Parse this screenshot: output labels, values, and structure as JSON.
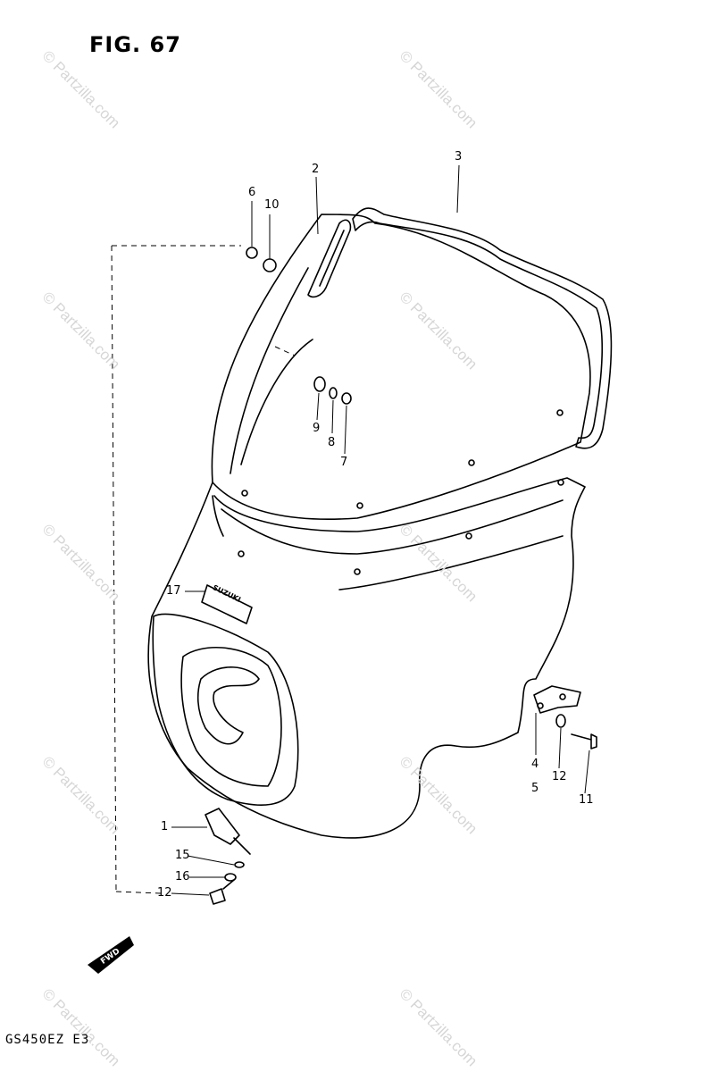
{
  "figure_label": "FIG. 67",
  "model_code": "GS450EZ E3",
  "watermark_text": "© Partzilla.com",
  "emblem_text": "SUZUKI",
  "fwd_label": "FWD",
  "callouts": [
    "2",
    "3",
    "6",
    "10",
    "9",
    "8",
    "7",
    "17",
    "4",
    "5",
    "12",
    "11",
    "1",
    "15",
    "16",
    "12"
  ],
  "colors": {
    "line": "#000000",
    "watermark": "#d6d6d6",
    "background": "#ffffff"
  }
}
